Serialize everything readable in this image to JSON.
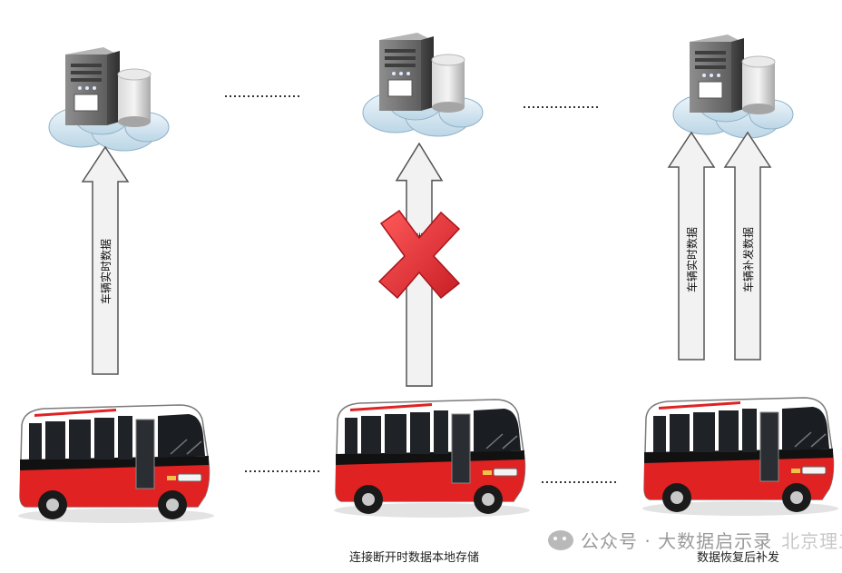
{
  "labels": {
    "realtime": "车辆实时数据",
    "realtime_partial": "数据",
    "backfill": "车辆补发数据"
  },
  "captions": {
    "disconnect": "连接断开时数据本地存储",
    "restore": "数据恢复后补发"
  },
  "watermark": {
    "text": "公众号 · 大数据启示录",
    "faint": "北京理工新"
  },
  "colors": {
    "bus_red": "#e02222",
    "cross_red": "#e8323a",
    "arrow_fill": "#f2f2f2",
    "arrow_stroke": "#555555",
    "dots": "#333333"
  },
  "icons": [
    "server-icon",
    "database-icon",
    "cloud-icon",
    "bus-icon",
    "cross-icon"
  ]
}
